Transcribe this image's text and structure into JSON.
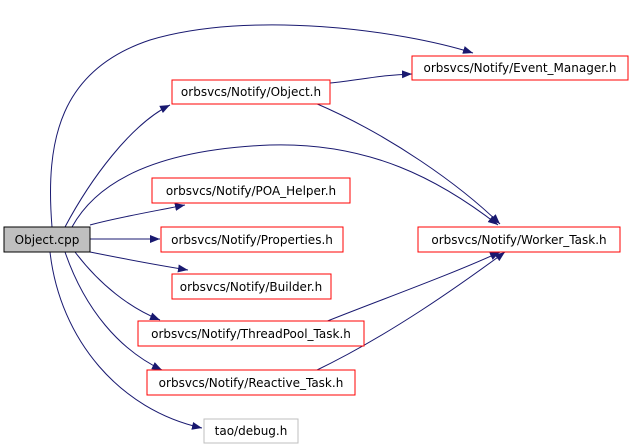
{
  "colors": {
    "edge": "#191970",
    "node_border": "#ff0000",
    "root_fill": "#bfbfbf",
    "root_border": "#000000",
    "plain_border": "#bfbfbf",
    "node_fill": "#ffffff"
  },
  "nodes": {
    "object_cpp": {
      "label": "Object.cpp"
    },
    "object_h": {
      "label": "orbsvcs/Notify/Object.h"
    },
    "event_manager_h": {
      "label": "orbsvcs/Notify/Event_Manager.h"
    },
    "poa_helper_h": {
      "label": "orbsvcs/Notify/POA_Helper.h"
    },
    "properties_h": {
      "label": "orbsvcs/Notify/Properties.h"
    },
    "builder_h": {
      "label": "orbsvcs/Notify/Builder.h"
    },
    "threadpool_task_h": {
      "label": "orbsvcs/Notify/ThreadPool_Task.h"
    },
    "reactive_task_h": {
      "label": "orbsvcs/Notify/Reactive_Task.h"
    },
    "worker_task_h": {
      "label": "orbsvcs/Notify/Worker_Task.h"
    },
    "debug_h": {
      "label": "tao/debug.h"
    }
  }
}
